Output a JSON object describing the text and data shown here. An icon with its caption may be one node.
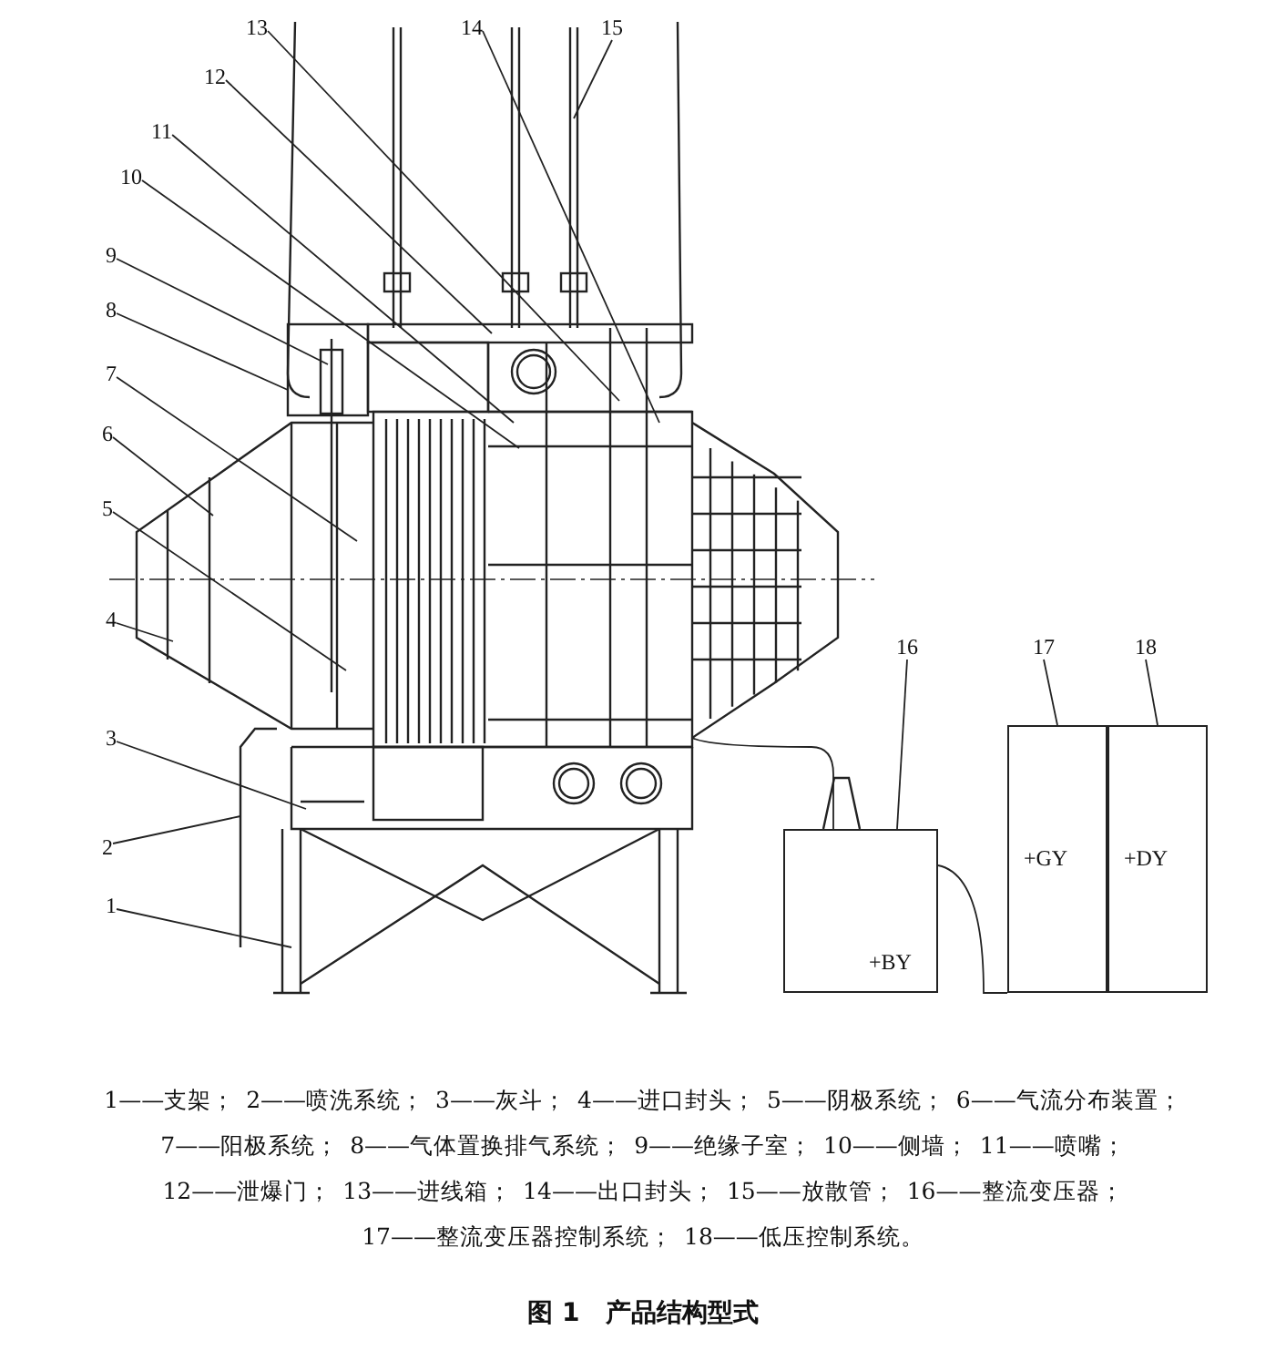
{
  "diagram": {
    "caption": "图 1　产品结构型式",
    "nodes": [
      {
        "text": [
          "1"
        ]
      },
      {
        "text": [
          "2"
        ]
      },
      {
        "text": [
          "3"
        ]
      },
      {
        "text": [
          "4"
        ]
      },
      {
        "text": [
          "5"
        ]
      },
      {
        "text": [
          "6"
        ]
      },
      {
        "text": [
          "7"
        ]
      },
      {
        "text": [
          "8"
        ]
      },
      {
        "text": [
          "9"
        ]
      },
      {
        "text": [
          "10"
        ]
      },
      {
        "text": [
          "11"
        ]
      },
      {
        "text": [
          "12"
        ]
      },
      {
        "text": [
          "13"
        ]
      },
      {
        "text": [
          "14"
        ]
      },
      {
        "text": [
          "15"
        ]
      },
      {
        "text": [
          "16"
        ]
      },
      {
        "text": [
          "17"
        ]
      },
      {
        "text": [
          "18"
        ]
      },
      {
        "text": [
          "+BY"
        ]
      },
      {
        "text": [
          "+GY"
        ]
      },
      {
        "text": [
          "+DY"
        ]
      }
    ],
    "edges": [
      {
        "from": 0,
        "to": null,
        "arrow": "none"
      },
      {
        "from": 1,
        "to": null,
        "arrow": "none"
      },
      {
        "from": 2,
        "to": null,
        "arrow": "none"
      },
      {
        "from": 3,
        "to": null,
        "arrow": "none"
      },
      {
        "from": 4,
        "to": null,
        "arrow": "none"
      },
      {
        "from": 5,
        "to": null,
        "arrow": "none"
      },
      {
        "from": 6,
        "to": null,
        "arrow": "none"
      },
      {
        "from": 7,
        "to": null,
        "arrow": "none"
      },
      {
        "from": 8,
        "to": null,
        "arrow": "none"
      },
      {
        "from": 9,
        "to": null,
        "arrow": "none"
      },
      {
        "from": 10,
        "to": null,
        "arrow": "none"
      },
      {
        "from": 11,
        "to": null,
        "arrow": "none"
      },
      {
        "from": 12,
        "to": null,
        "arrow": "none"
      },
      {
        "from": 13,
        "to": null,
        "arrow": "none"
      },
      {
        "from": 14,
        "to": null,
        "arrow": "none"
      },
      {
        "from": 15,
        "to": 18,
        "arrow": "none"
      },
      {
        "from": 16,
        "to": 19,
        "arrow": "none"
      },
      {
        "from": 17,
        "to": 20,
        "arrow": "none"
      },
      {
        "from": null,
        "to": 18,
        "arrow": "none"
      },
      {
        "from": 18,
        "to": 19,
        "arrow": "none"
      }
    ],
    "labels": [
      "1——支架；",
      "2——喷洗系统；",
      "3——灰斗；",
      "4——进口封头；",
      "5——阴极系统；",
      "6——气流分布装置；",
      "7——阳极系统；",
      "8——气体置换排气系统；",
      "9——绝缘子室；",
      "10——侧墙；",
      "11——喷嘴；",
      "12——泄爆门；",
      "13——进线箱；",
      "14——出口封头；",
      "15——放散管；",
      "16——整流变压器；",
      "17——整流变压器控制系统；",
      "18——低压控制系统。"
    ]
  }
}
